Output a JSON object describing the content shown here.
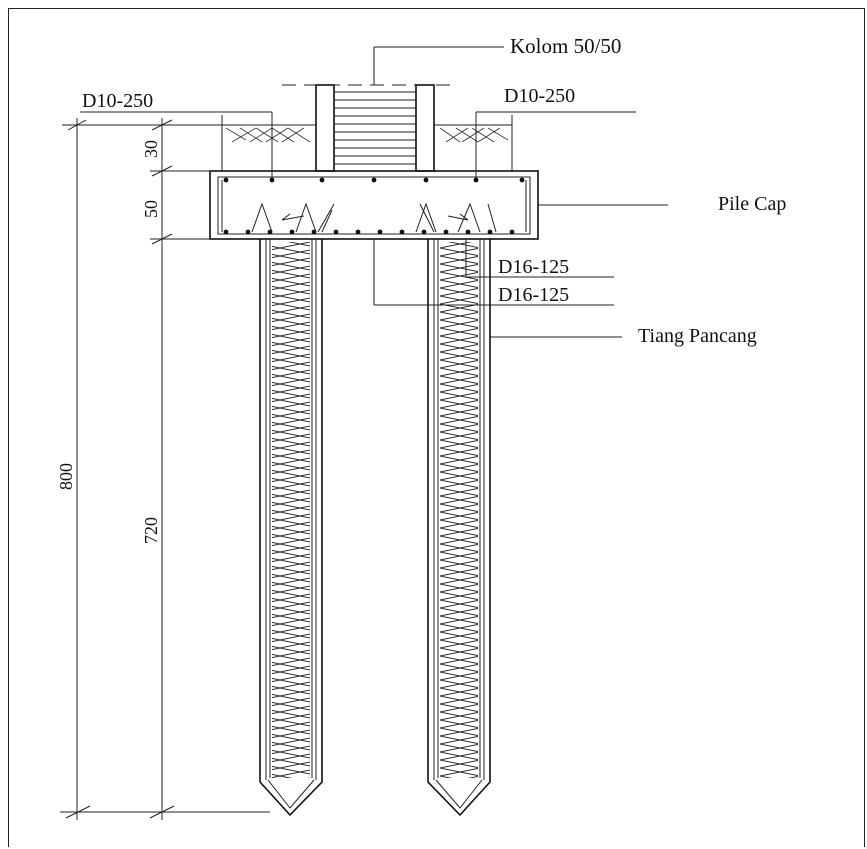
{
  "labels": {
    "column": "Kolom 50/50",
    "top_rebar_left": "D10-250",
    "top_rebar_right": "D10-250",
    "pile_cap": "Pile Cap",
    "bottom_rebar_1": "D16-125",
    "bottom_rebar_2": "D16-125",
    "pile": "Tiang Pancang"
  },
  "dimensions": {
    "total": "800",
    "soil": "30",
    "cap": "50",
    "pile": "720"
  },
  "colors": {
    "line": "#222222",
    "background": "#ffffff"
  }
}
